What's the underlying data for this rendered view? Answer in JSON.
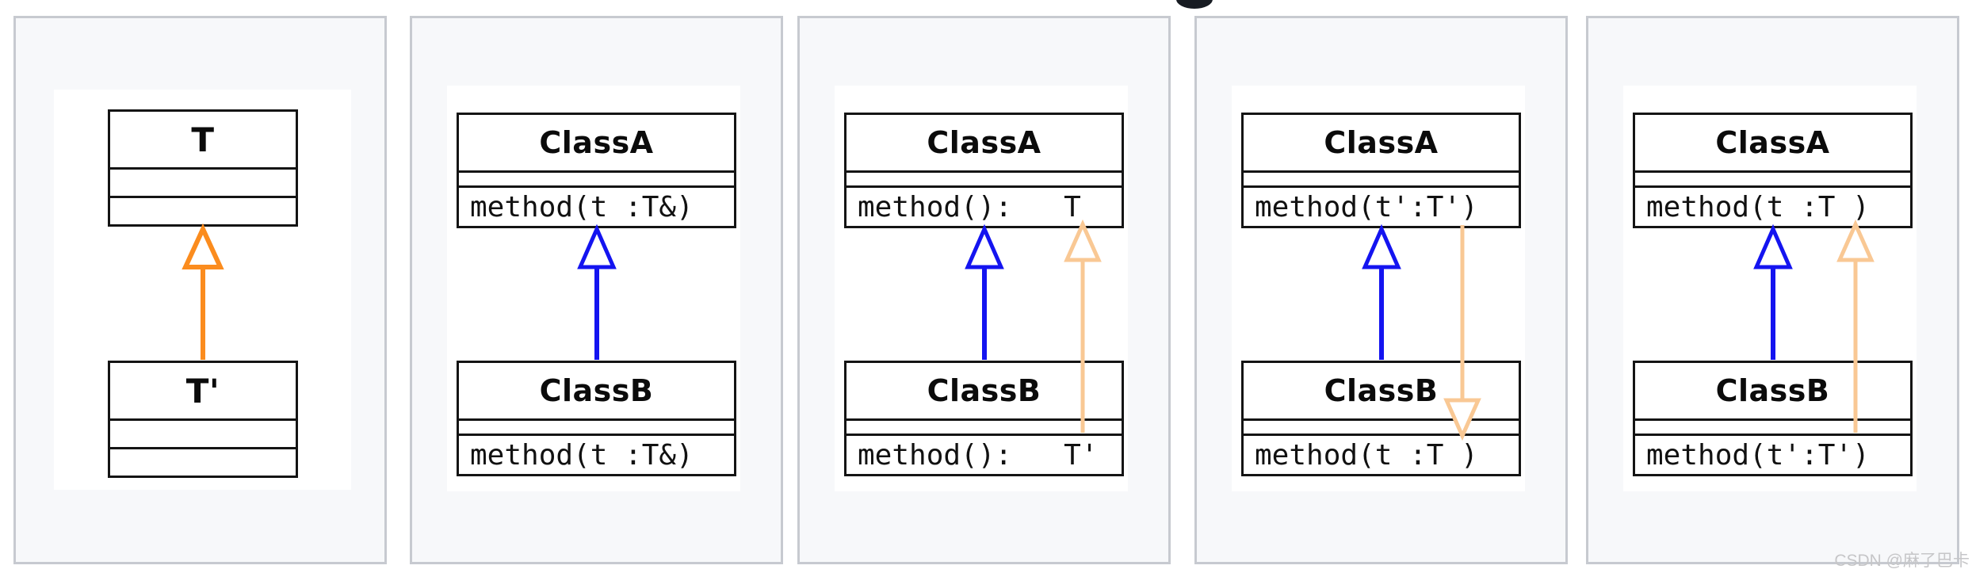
{
  "watermark": {
    "text": "CSDN @麻了巴卡"
  },
  "colors": {
    "panel_bg": "#f7f8fa",
    "panel_border": "#c7cad0",
    "box_border": "#141414",
    "inheritance_blue": "#1414f0",
    "inheritance_orange": "#fb8c1e",
    "variance_tan": "#f9c894",
    "watermark_gray": "#c6c6c8",
    "fragment_dark": "#171b22"
  },
  "panels": [
    {
      "top_class": {
        "name": "T"
      },
      "bottom_class": {
        "name": "T'"
      },
      "arrows": [
        {
          "type": "inheritance",
          "color": "orange",
          "direction": "up"
        }
      ]
    },
    {
      "top_class": {
        "name": "ClassA",
        "method": "method(t :T&)"
      },
      "bottom_class": {
        "name": "ClassB",
        "method": "method(t :T&)"
      },
      "arrows": [
        {
          "type": "inheritance",
          "color": "blue",
          "direction": "up"
        }
      ]
    },
    {
      "top_class": {
        "name": "ClassA",
        "method": "method():   T"
      },
      "bottom_class": {
        "name": "ClassB",
        "method": "method():   T'"
      },
      "arrows": [
        {
          "type": "inheritance",
          "color": "blue",
          "direction": "up"
        },
        {
          "type": "variance",
          "color": "tan",
          "direction": "up"
        }
      ]
    },
    {
      "top_class": {
        "name": "ClassA",
        "method": "method(t':T')"
      },
      "bottom_class": {
        "name": "ClassB",
        "method": "method(t :T )"
      },
      "arrows": [
        {
          "type": "inheritance",
          "color": "blue",
          "direction": "up"
        },
        {
          "type": "variance",
          "color": "tan",
          "direction": "down"
        }
      ]
    },
    {
      "top_class": {
        "name": "ClassA",
        "method": "method(t :T )"
      },
      "bottom_class": {
        "name": "ClassB",
        "method": "method(t':T')"
      },
      "arrows": [
        {
          "type": "inheritance",
          "color": "blue",
          "direction": "up"
        },
        {
          "type": "variance",
          "color": "tan",
          "direction": "up"
        }
      ]
    }
  ]
}
